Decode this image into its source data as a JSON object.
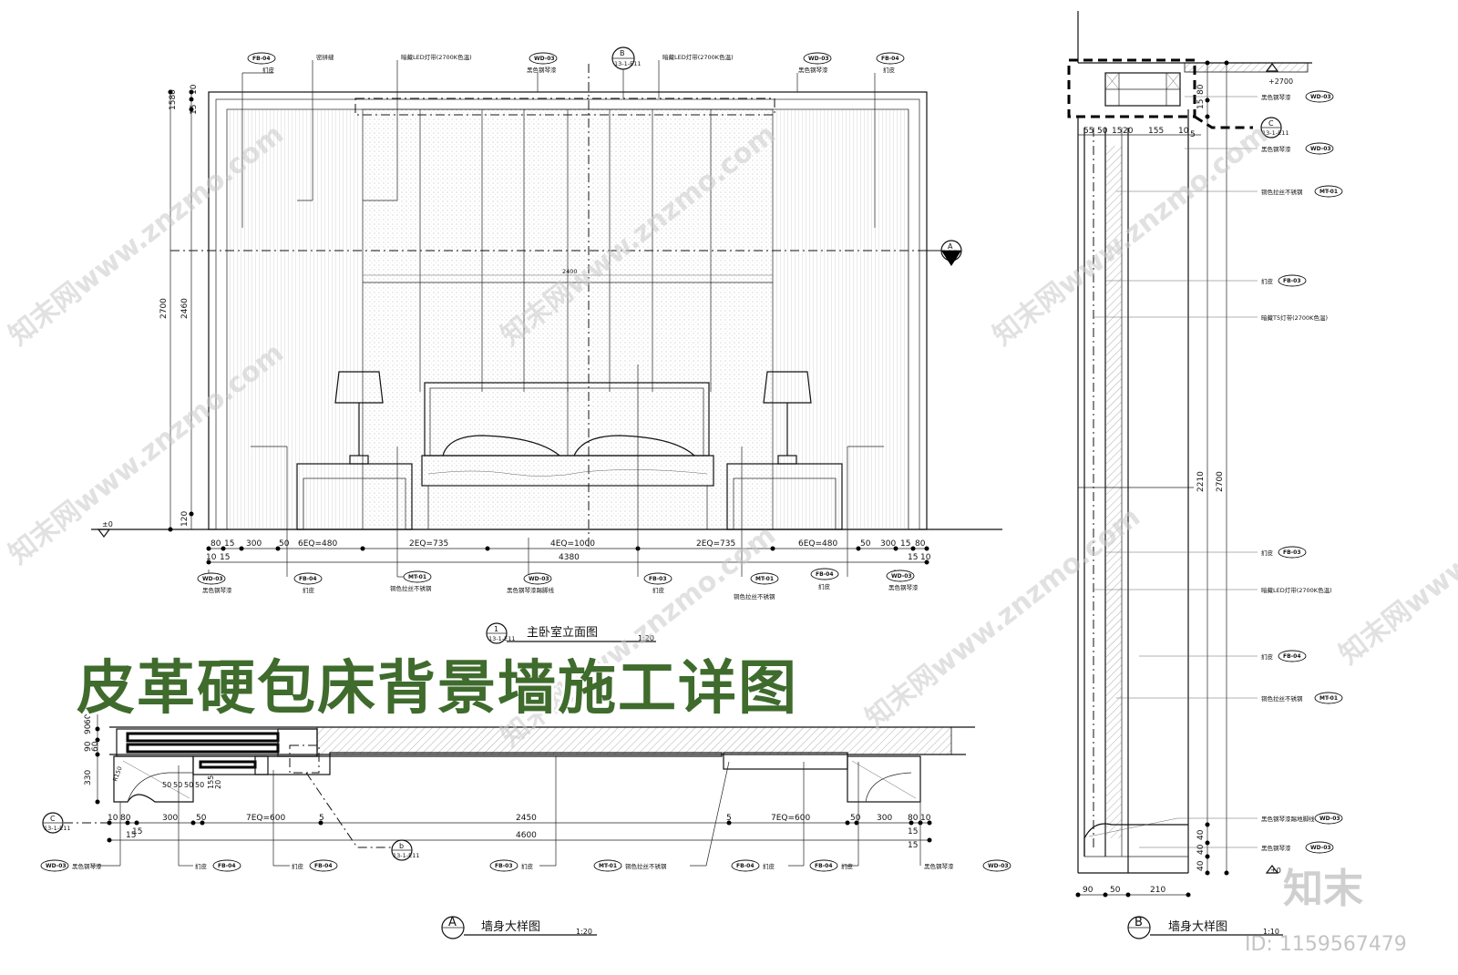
{
  "title": "皮革硬包床背景墙施工详图",
  "watermark": {
    "text": "知末网www.znzmo.com",
    "logo": "知末",
    "id": "ID: 1159567479"
  },
  "elevation": {
    "title": "主卧室立面图",
    "scale": "1:20",
    "num": "1",
    "sheet": "13-1-E11",
    "left_dims": [
      "1580",
      "10",
      "15",
      "2700",
      "2460",
      "120",
      "±0"
    ],
    "bottom_dims_row1": [
      "80",
      "15",
      "300",
      "50",
      "6EQ=480",
      "2EQ=735",
      "4EQ=1000",
      "2EQ=735",
      "6EQ=480",
      "50",
      "300",
      "15",
      "80"
    ],
    "bottom_dims_row2": [
      "10",
      "15",
      "4380",
      "15",
      "10"
    ],
    "center_dim": "2400",
    "section_tag": {
      "letter": "A",
      "num": "13-1-E11"
    },
    "section_b": {
      "letter": "B",
      "num": "13-1-E11"
    },
    "top_labels": [
      {
        "code": "FB-04",
        "text": "扪皮"
      },
      {
        "code": "",
        "text": "密拼缝"
      },
      {
        "code": "",
        "text": "暗藏LED灯带(2700K色温)"
      },
      {
        "code": "WD-03",
        "text": "黑色钢琴漆"
      },
      {
        "code": "",
        "text": "暗藏LED灯带(2700K色温)"
      },
      {
        "code": "WD-03",
        "text": "黑色钢琴漆"
      },
      {
        "code": "FB-04",
        "text": "扪皮"
      }
    ],
    "bottom_labels": [
      {
        "code": "WD-03",
        "text": "黑色钢琴漆"
      },
      {
        "code": "FB-04",
        "text": "扪皮"
      },
      {
        "code": "MT-01",
        "text": "铜色拉丝不锈钢"
      },
      {
        "code": "WD-03",
        "text": "黑色钢琴漆踢脚线"
      },
      {
        "code": "FB-03",
        "text": "扪皮"
      },
      {
        "code": "MT-01",
        "text": "铜色拉丝不锈钢"
      },
      {
        "code": "FB-04",
        "text": "扪皮"
      },
      {
        "code": "WD-03",
        "text": "黑色钢琴漆"
      }
    ]
  },
  "section_a": {
    "title": "墙身大样图",
    "scale": "1:20",
    "letter": "A",
    "left_dims": [
      "90",
      "60",
      "90",
      "60",
      "330"
    ],
    "radius": "R150",
    "small_dims": [
      "50",
      "50",
      "50",
      "50",
      "155",
      "20"
    ],
    "dims_row1": [
      "10",
      "80",
      "15",
      "300",
      "50",
      "7EQ=600",
      "5",
      "2450",
      "5",
      "7EQ=600",
      "50",
      "300",
      "15",
      "80",
      "10"
    ],
    "dims_row2": [
      "15",
      "4600",
      "15"
    ],
    "tag_c": {
      "letter": "C",
      "num": "13-1-E11"
    },
    "tag_b": {
      "letter": "b",
      "num": "13-1-E11"
    },
    "labels": [
      {
        "code": "WD-03",
        "text": "黑色钢琴漆"
      },
      {
        "code": "FB-04",
        "text": "扪皮"
      },
      {
        "code": "FB-04",
        "text": "扪皮"
      },
      {
        "code": "FB-03",
        "text": "扪皮"
      },
      {
        "code": "MT-01",
        "text": "铜色拉丝不锈钢"
      },
      {
        "code": "FB-04",
        "text": "扪皮"
      },
      {
        "code": "FB-04",
        "text": "扪皮"
      },
      {
        "code": "WD-03",
        "text": "黑色钢琴漆"
      }
    ]
  },
  "section_b": {
    "title": "墙身大样图",
    "scale": "1:10",
    "letter": "B",
    "top_level": "+2700",
    "bottom_level": "±0",
    "top_dims": [
      "55",
      "50",
      "15",
      "20",
      "155",
      "10",
      "5"
    ],
    "right_dims": [
      "80",
      "15",
      "2210",
      "2700",
      "40",
      "40",
      "40"
    ],
    "bottom_dims": [
      "90",
      "50",
      "210"
    ],
    "tag_c": {
      "letter": "C",
      "num": "13-1-E11"
    },
    "labels": [
      {
        "code": "WD-03",
        "text": "黑色钢琴漆"
      },
      {
        "code": "WD-03",
        "text": "黑色钢琴漆"
      },
      {
        "code": "MT-01",
        "text": "铜色拉丝不锈钢"
      },
      {
        "code": "FB-03",
        "text": "扪皮"
      },
      {
        "code": "",
        "text": "暗藏T5灯带(2700K色温)"
      },
      {
        "code": "FB-03",
        "text": "扪皮"
      },
      {
        "code": "",
        "text": "暗藏LED灯带(2700K色温)"
      },
      {
        "code": "FB-04",
        "text": "扪皮"
      },
      {
        "code": "MT-01",
        "text": "铜色拉丝不锈钢"
      },
      {
        "code": "WD-03",
        "text": "黑色钢琴漆踢地脚线"
      },
      {
        "code": "WD-03",
        "text": "黑色钢琴漆"
      }
    ]
  }
}
